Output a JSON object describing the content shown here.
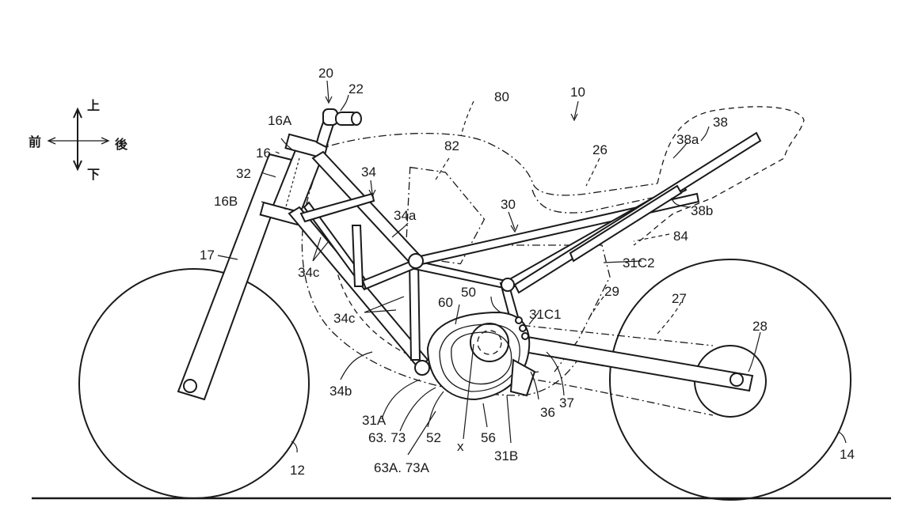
{
  "figure": {
    "subject": "motorcycle side view (patent drawing)",
    "direction_legend": {
      "up": "上",
      "down": "下",
      "front": "前",
      "rear": "後"
    },
    "reference_labels": {
      "vehicle": "10",
      "front_wheel": "12",
      "rear_wheel": "14",
      "head_pipe": "16",
      "head_pipe_upper": "16A",
      "head_pipe_lower": "16B",
      "front_fork": "17",
      "steering": "20",
      "handlebar": "22",
      "seat": "26",
      "chain_line": "27",
      "rear_axle": "28",
      "swing_arm_region": "29",
      "frame": "30",
      "pivot_a": "31A",
      "pivot_b": "31B",
      "pivot_c1": "31C1",
      "pivot_c2": "31C2",
      "steering_tube": "32",
      "main_frame": "34",
      "main_frame_upper": "34a",
      "main_frame_lower": "34b",
      "main_frame_cross_1": "34c",
      "main_frame_cross_2": "34c",
      "main_frame_cross_3": "34c",
      "bracket": "36",
      "swing_arm": "37",
      "seat_rail": "38",
      "seat_rail_upper": "38a",
      "seat_rail_lower": "38b",
      "motor_unit": "50",
      "motor_case": "52",
      "rotor": "56",
      "cover": "60",
      "mount_1": "63. 73",
      "mount_2": "63A. 73A",
      "axis": "x",
      "fuel_tank_region": "80",
      "battery_region": "82",
      "rear_cover_region": "84"
    }
  }
}
